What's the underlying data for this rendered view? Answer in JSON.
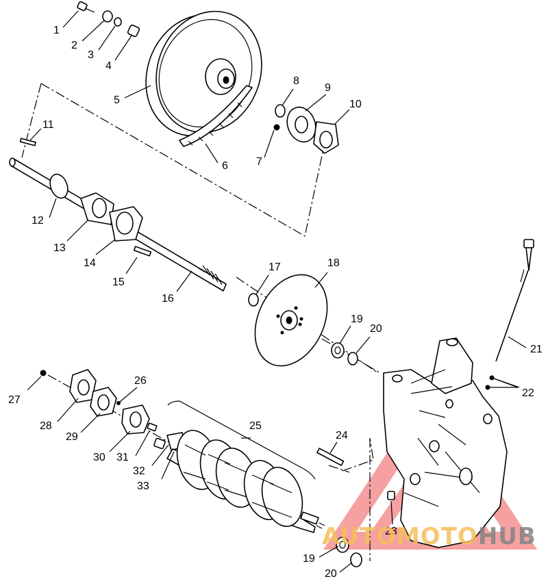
{
  "diagram": {
    "callouts": [
      {
        "id": "c1",
        "text": "1"
      },
      {
        "id": "c2",
        "text": "2"
      },
      {
        "id": "c3",
        "text": "3"
      },
      {
        "id": "c4",
        "text": "4"
      },
      {
        "id": "c5",
        "text": "5"
      },
      {
        "id": "c6",
        "text": "6"
      },
      {
        "id": "c7",
        "text": "7"
      },
      {
        "id": "c8",
        "text": "8"
      },
      {
        "id": "c9",
        "text": "9"
      },
      {
        "id": "c10",
        "text": "10"
      },
      {
        "id": "c11",
        "text": "11"
      },
      {
        "id": "c12",
        "text": "12"
      },
      {
        "id": "c13",
        "text": "13"
      },
      {
        "id": "c14",
        "text": "14"
      },
      {
        "id": "c15",
        "text": "15"
      },
      {
        "id": "c16",
        "text": "16"
      },
      {
        "id": "c17",
        "text": "17"
      },
      {
        "id": "c18",
        "text": "18"
      },
      {
        "id": "c19a",
        "text": "19"
      },
      {
        "id": "c20a",
        "text": "20"
      },
      {
        "id": "c21",
        "text": "21"
      },
      {
        "id": "c22",
        "text": "22"
      },
      {
        "id": "c23",
        "text": "23"
      },
      {
        "id": "c24",
        "text": "24"
      },
      {
        "id": "c25",
        "text": "25"
      },
      {
        "id": "c26",
        "text": "26"
      },
      {
        "id": "c27",
        "text": "27"
      },
      {
        "id": "c28",
        "text": "28"
      },
      {
        "id": "c29",
        "text": "29"
      },
      {
        "id": "c30",
        "text": "30"
      },
      {
        "id": "c31",
        "text": "31"
      },
      {
        "id": "c32",
        "text": "32"
      },
      {
        "id": "c33",
        "text": "33"
      },
      {
        "id": "c19b",
        "text": "19"
      },
      {
        "id": "c20b",
        "text": "20"
      }
    ]
  },
  "watermark": {
    "part1": "AUTOMOTO",
    "part2": "HUB",
    "colors": {
      "triangle": "#f08080",
      "text_warm": "#f6be5a",
      "text_gray": "#828282"
    }
  }
}
